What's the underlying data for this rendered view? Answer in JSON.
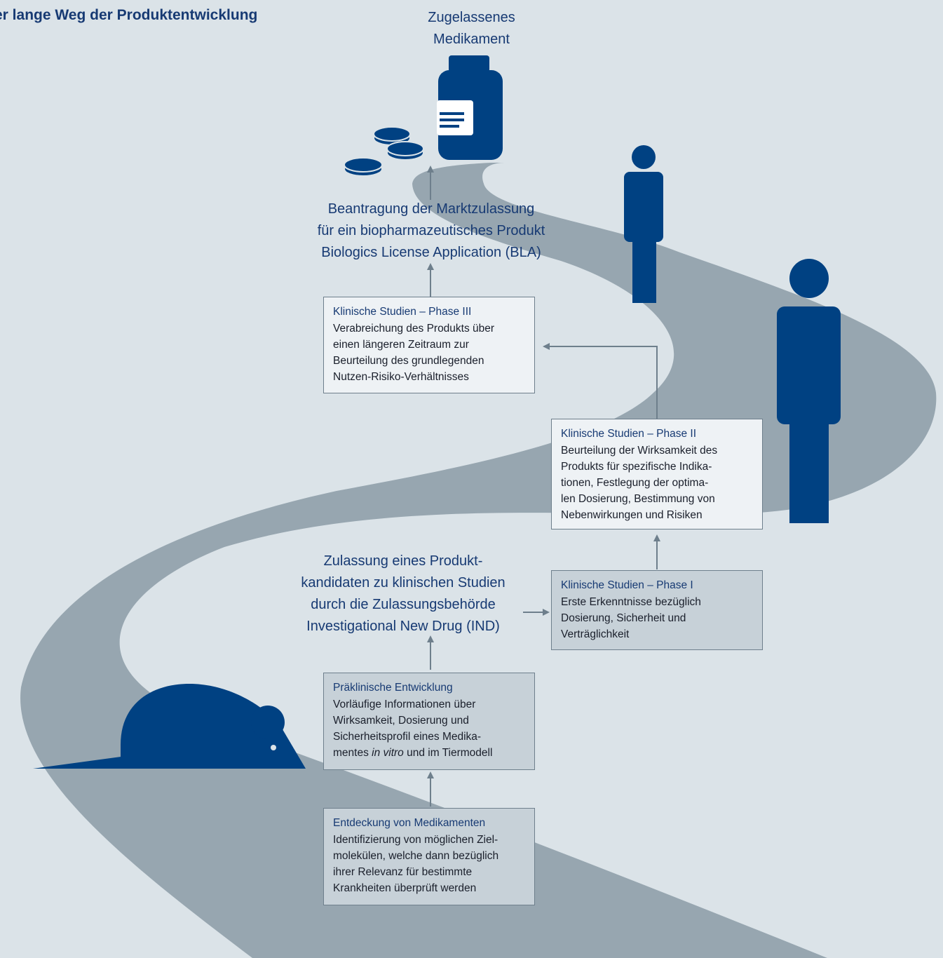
{
  "title": "er lange Weg der Produktentwicklung",
  "colors": {
    "background": "#dbe3e8",
    "road": "#97a6b0",
    "brand_blue": "#004182",
    "heading_text": "#173a73",
    "arrow": "#6e7f8c"
  },
  "icons": [
    "medicine-bottle-icon",
    "coin-stack-icon",
    "person-icon",
    "person-icon",
    "mouse-icon"
  ],
  "medicine_label": [
    "Zugelassenes",
    "Medikament"
  ],
  "bla_heading": [
    "Beantragung der Marktzulassung",
    "für ein biopharmazeutisches Produkt",
    "Biologics License Application (BLA)"
  ],
  "ind_heading": [
    "Zulassung eines Produkt-",
    "kandidaten zu klinischen Studien",
    "durch die Zulassungsbehörde",
    "Investigational New Drug (IND)"
  ],
  "steps": {
    "phase3": {
      "title": "Klinische Studien – Phase III",
      "lines": [
        "Verabreichung des Produkts über",
        "einen längeren Zeitraum zur",
        "Beurteilung des grundlegenden",
        "Nutzen-Risiko-Verhältnisses"
      ]
    },
    "phase2": {
      "title": "Klinische Studien – Phase II",
      "lines": [
        "Beurteilung der Wirksamkeit des",
        "Produkts für spezifische Indika-",
        "tionen, Festlegung der optima-",
        "len Dosierung, Bestimmung von",
        "Nebenwirkungen und Risiken"
      ]
    },
    "phase1": {
      "title": "Klinische Studien – Phase I",
      "lines": [
        "Erste Erkenntnisse bezüglich",
        "Dosierung, Sicherheit und",
        "Verträglichkeit"
      ]
    },
    "preclinical": {
      "title": "Präklinische Entwicklung",
      "lines": [
        "Vorläufige Informationen über",
        "Wirksamkeit, Dosierung und",
        "Sicherheitsprofil eines Medika-"
      ],
      "last_line": {
        "prefix": "mentes ",
        "italic": "in vitro",
        "suffix": " und im Tiermodell"
      }
    },
    "discovery": {
      "title": "Entdeckung von Medikamenten",
      "lines": [
        "Identifizierung von möglichen Ziel-",
        "molekülen, welche dann bezüglich",
        "ihrer Relevanz für bestimmte",
        "Krankheiten überprüft werden"
      ]
    }
  }
}
